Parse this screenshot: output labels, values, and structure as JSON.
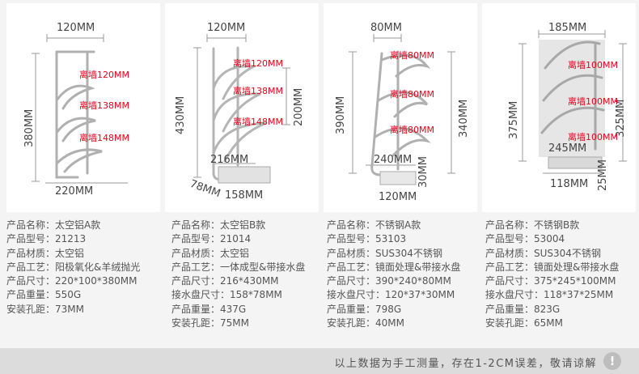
{
  "products": [
    {
      "dims": {
        "top": "120MM",
        "height": "380MM",
        "bottom": "220MM"
      },
      "walls": [
        "离墙120MM",
        "离墙138MM",
        "离墙148MM"
      ],
      "specs": [
        {
          "k": "产品名称：",
          "v": "太空铝A款"
        },
        {
          "k": "产品型号：",
          "v": "21213"
        },
        {
          "k": "产品材质：",
          "v": "太空铝"
        },
        {
          "k": "产品工艺：",
          "v": "阳极氧化&羊绒抛光"
        },
        {
          "k": "产品尺寸：",
          "v": "220*100*380MM"
        },
        {
          "k": "产品重量：",
          "v": "550G"
        },
        {
          "k": "安装孔距：",
          "v": "73MM"
        }
      ]
    },
    {
      "dims": {
        "top": "120MM",
        "height": "430MM",
        "span": "200MM",
        "depth": "216MM",
        "tray_w": "78MM",
        "tray_l": "158MM"
      },
      "walls": [
        "离墙120MM",
        "离墙138MM",
        "离墙148MM"
      ],
      "specs": [
        {
          "k": "产品名称：",
          "v": "太空铝B款"
        },
        {
          "k": "产品型号：",
          "v": "21014"
        },
        {
          "k": "产品材质：",
          "v": "太空铝"
        },
        {
          "k": "产品工艺：",
          "v": "一体成型&带接水盘"
        },
        {
          "k": "产品尺寸：",
          "v": "216*430MM"
        },
        {
          "k": "接水盘尺寸：",
          "v": "158*78MM"
        },
        {
          "k": "产品重量：",
          "v": "437G"
        },
        {
          "k": "安装孔距：",
          "v": "75MM"
        }
      ]
    },
    {
      "dims": {
        "top": "80MM",
        "height": "390MM",
        "span": "340MM",
        "depth": "240MM",
        "tray_h": "30MM",
        "tray_l": "120MM"
      },
      "walls": [
        "离墙80MM",
        "离墙80MM",
        "离墙80MM"
      ],
      "specs": [
        {
          "k": "产品名称：",
          "v": "不锈钢A款"
        },
        {
          "k": "产品型号：",
          "v": "53103"
        },
        {
          "k": "产品材质：",
          "v": "SUS304不锈钢"
        },
        {
          "k": "产品工艺：",
          "v": "镜面处理&带接水盘"
        },
        {
          "k": "产品尺寸：",
          "v": "390*240*80MM"
        },
        {
          "k": "接水盘尺寸：",
          "v": "120*37*30MM"
        },
        {
          "k": "产品重量：",
          "v": "798G"
        },
        {
          "k": "安装孔距：",
          "v": "40MM"
        }
      ]
    },
    {
      "dims": {
        "top": "185MM",
        "height": "375MM",
        "span": "325MM",
        "depth": "245MM",
        "tray_l": "118MM",
        "tray_h": "25MM"
      },
      "walls": [
        "离墙100MM",
        "离墙100MM",
        "离墙100MM"
      ],
      "specs": [
        {
          "k": "产品名称：",
          "v": "不锈钢B款"
        },
        {
          "k": "产品型号：",
          "v": "53004"
        },
        {
          "k": "产品材质：",
          "v": "SUS304不锈钢"
        },
        {
          "k": "产品工艺：",
          "v": "镜面处理&带接水盘"
        },
        {
          "k": "产品尺寸：",
          "v": "375*245*100MM"
        },
        {
          "k": "接水盘尺寸：",
          "v": "118*37*25MM"
        },
        {
          "k": "产品重量：",
          "v": "823G"
        },
        {
          "k": "安装孔距：",
          "v": "65MM"
        }
      ]
    }
  ],
  "footer": {
    "note": "以上数据为手工测量，存在1-2CM误差，敬请谅解",
    "icon": "exclamation-icon"
  }
}
